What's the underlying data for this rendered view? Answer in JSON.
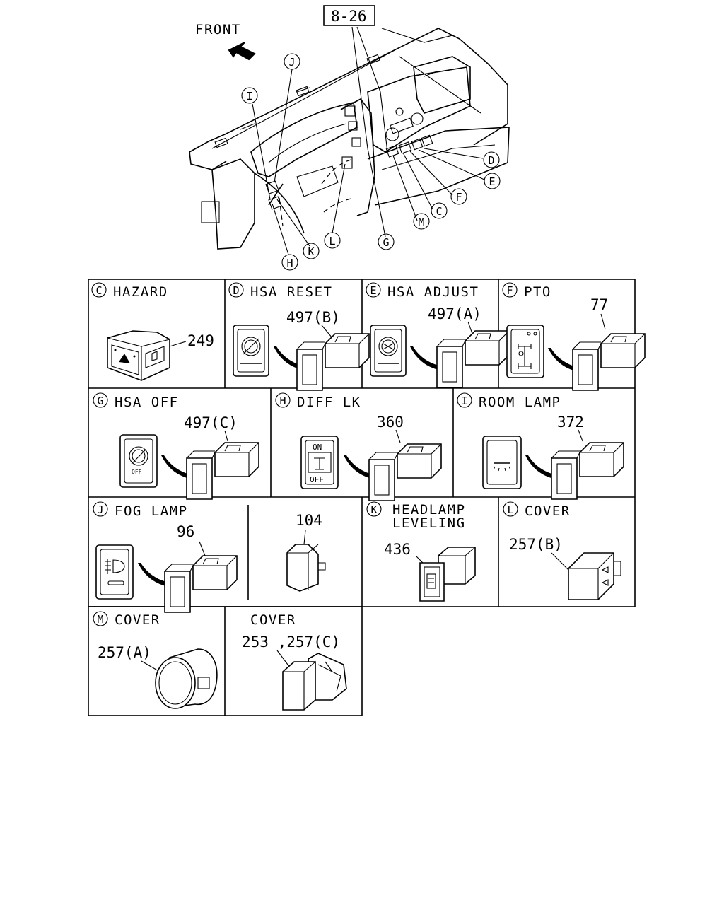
{
  "overview": {
    "front_label": "FRONT",
    "ref_box": "8-26",
    "callouts": [
      {
        "letter": "J"
      },
      {
        "letter": "I"
      },
      {
        "letter": "D"
      },
      {
        "letter": "E"
      },
      {
        "letter": "F"
      },
      {
        "letter": "C"
      },
      {
        "letter": "M"
      },
      {
        "letter": "G"
      },
      {
        "letter": "L"
      },
      {
        "letter": "K"
      },
      {
        "letter": "H"
      }
    ]
  },
  "cells": [
    {
      "letter": "C",
      "title": "HAZARD",
      "part": "249"
    },
    {
      "letter": "D",
      "title": "HSA RESET",
      "part": "497(B)"
    },
    {
      "letter": "E",
      "title": "HSA ADJUST",
      "part": "497(A)"
    },
    {
      "letter": "F",
      "title": "PTO",
      "part": "77"
    },
    {
      "letter": "G",
      "title": "HSA OFF",
      "part": "497(C)",
      "icon_text": "OFF"
    },
    {
      "letter": "H",
      "title": "DIFF LK",
      "part": "360",
      "icon_text_top": "ON",
      "icon_text_bottom": "OFF"
    },
    {
      "letter": "I",
      "title": "ROOM LAMP",
      "part": "372"
    },
    {
      "letter": "J",
      "title": "FOG LAMP",
      "part": "96",
      "part2": "104"
    },
    {
      "letter": "K",
      "title": "HEADLAMP",
      "title2": "LEVELING",
      "part": "436"
    },
    {
      "letter": "L",
      "title": "COVER",
      "part": "257(B)"
    },
    {
      "letter": "M",
      "title": "COVER",
      "part": "257(A)"
    },
    {
      "letter": "",
      "title": "COVER",
      "part": "253 ,257(C)"
    }
  ]
}
